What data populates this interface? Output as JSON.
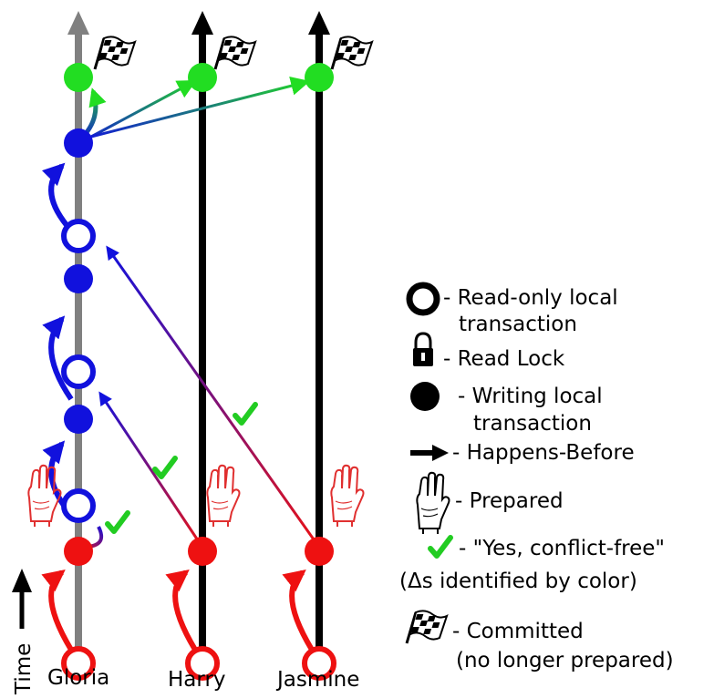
{
  "timelines": [
    {
      "name": "Gloria"
    },
    {
      "name": "Harry"
    },
    {
      "name": "Jasmine"
    }
  ],
  "time_label": "Time",
  "legend": {
    "read_only": "- Read-only local",
    "read_only_2": "transaction",
    "read_lock": "- Read Lock",
    "writing": "- Writing local",
    "writing_2": "transaction",
    "happens_before": "- Happens-Before",
    "prepared": "- Prepared",
    "yes_conflict_free": "- \"Yes, conflict-free\"",
    "deltas": "(Δs identified by color)",
    "committed": "- Committed",
    "committed_2": "(no longer prepared)"
  },
  "colors": {
    "gloria_line": "#808080",
    "other_lines": "#000000",
    "commit": "#22dd22",
    "prepare": "#ee1111",
    "gloria_tx": "#1111dd",
    "check": "#22cc22",
    "hand": "#e03030"
  }
}
